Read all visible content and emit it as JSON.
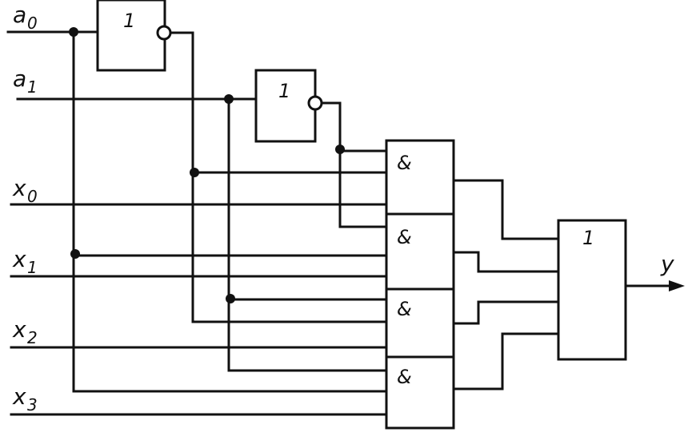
{
  "inputs": {
    "a0": {
      "base": "a",
      "sub": "0"
    },
    "a1": {
      "base": "a",
      "sub": "1"
    },
    "x0": {
      "base": "x",
      "sub": "0"
    },
    "x1": {
      "base": "x",
      "sub": "1"
    },
    "x2": {
      "base": "x",
      "sub": "2"
    },
    "x3": {
      "base": "x",
      "sub": "3"
    }
  },
  "gates": {
    "not_a0": "1",
    "not_a1": "1",
    "and_1": "&",
    "and_2": "&",
    "and_3": "&",
    "and_4": "&",
    "or_out": "1"
  },
  "output": {
    "label": "y"
  }
}
